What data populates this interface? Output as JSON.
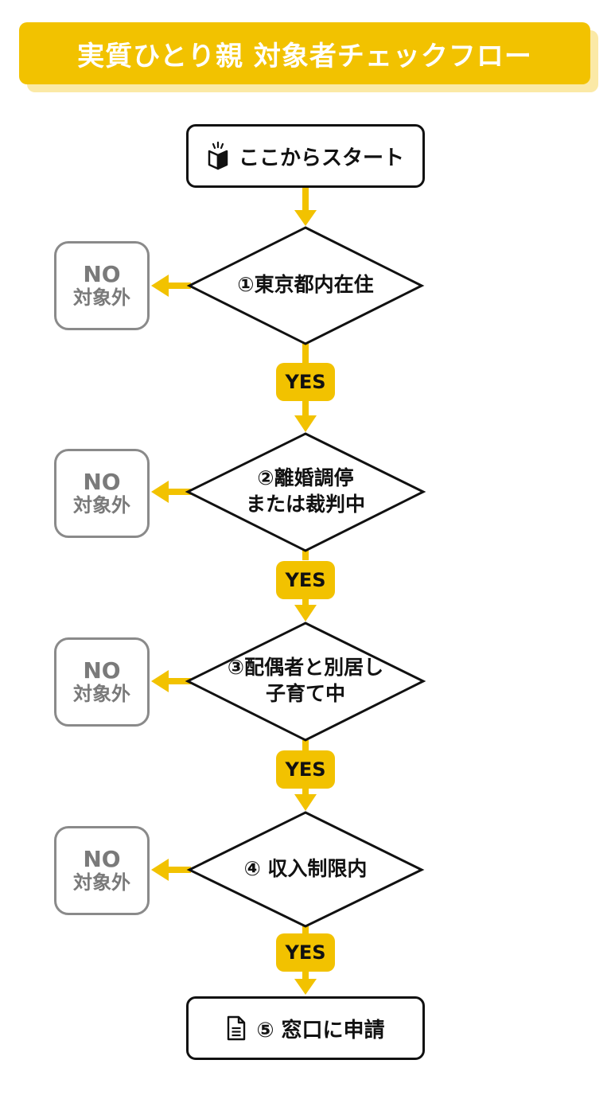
{
  "title": "実質ひとり親 対象者チェックフロー",
  "start": {
    "label": "ここからスタート",
    "icon": "beginner-mark-icon"
  },
  "steps": [
    {
      "lines": [
        "①東京都内在住"
      ]
    },
    {
      "lines": [
        "②離婚調停",
        "または裁判中"
      ]
    },
    {
      "lines": [
        "③配偶者と別居し",
        "子育て中"
      ]
    },
    {
      "lines": [
        "④ 収入制限内"
      ]
    }
  ],
  "yes_label": "YES",
  "no_label": "NO",
  "no_outcome": "対象外",
  "end": {
    "label": "⑤ 窓口に申請",
    "icon": "document-icon"
  },
  "colors": {
    "accent": "#f2c200",
    "accent_light": "#fbe9a6",
    "line": "#111111",
    "no_gray": "#8a8a8a"
  }
}
